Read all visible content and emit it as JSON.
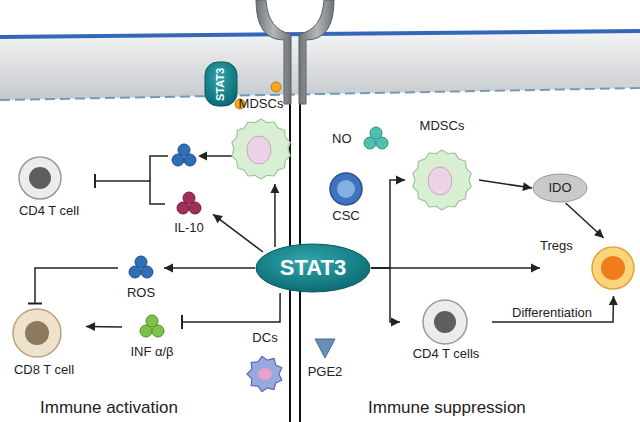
{
  "diagram": {
    "nodes": [
      {
        "text": [
          "STAT3"
        ]
      },
      {
        "text": [
          "MDSCs"
        ]
      },
      {
        "text": [
          "NO"
        ]
      },
      {
        "text": [
          "CD4 T cell"
        ]
      },
      {
        "text": [
          "IL-10"
        ]
      },
      {
        "text": [
          "MDSCs"
        ]
      },
      {
        "text": [
          "IDO"
        ]
      },
      {
        "text": [
          "CSC"
        ]
      },
      {
        "text": [
          "STAT3"
        ]
      },
      {
        "text": [
          "ROS"
        ]
      },
      {
        "text": [
          "Tregs"
        ]
      },
      {
        "text": [
          "CD4 T cells"
        ]
      },
      {
        "text": [
          "CD8 T cell"
        ]
      },
      {
        "text": [
          "INF α/β"
        ]
      },
      {
        "text": [
          "DCs"
        ]
      },
      {
        "text": [
          "PGE2"
        ]
      }
    ],
    "edges": [
      {
        "from": 8,
        "to": 1,
        "arrow": "to"
      },
      {
        "from": 8,
        "to": 4,
        "arrow": "to"
      },
      {
        "from": 4,
        "to": 3,
        "arrow": "to"
      },
      {
        "from": 8,
        "to": 9,
        "arrow": "to"
      },
      {
        "from": 9,
        "to": 12,
        "arrow": "to"
      },
      {
        "from": 13,
        "to": 12,
        "arrow": "to"
      },
      {
        "from": 8,
        "to": 13,
        "arrow": "to"
      },
      {
        "from": 8,
        "to": 5,
        "arrow": "to"
      },
      {
        "from": 8,
        "to": 11,
        "arrow": "to"
      },
      {
        "from": 8,
        "to": 10,
        "arrow": "to"
      },
      {
        "from": 5,
        "to": 6,
        "arrow": "to"
      },
      {
        "from": 6,
        "to": 10,
        "arrow": "to"
      },
      {
        "from": 11,
        "to": 10,
        "label": "Differentiation",
        "arrow": "to"
      }
    ],
    "labels": [
      "Immune activation",
      "Immune suppression"
    ]
  }
}
